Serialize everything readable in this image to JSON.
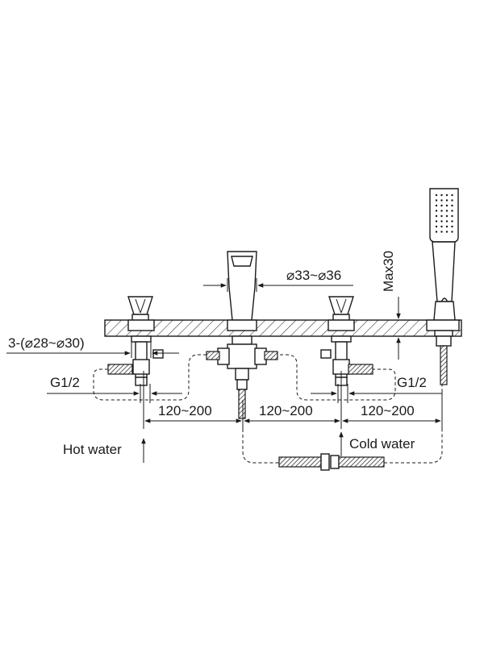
{
  "labels": {
    "knob_hole_diameter": "3-(⌀28~⌀30)",
    "spout_hole_diameter": "⌀33~⌀36",
    "max_thickness": "Max30",
    "thread_left": "G1/2",
    "thread_right": "G1/2",
    "spacing_left": "120~200",
    "spacing_middle": "120~200",
    "spacing_right": "120~200",
    "hot_water": "Hot water",
    "cold_water": "Cold water"
  }
}
